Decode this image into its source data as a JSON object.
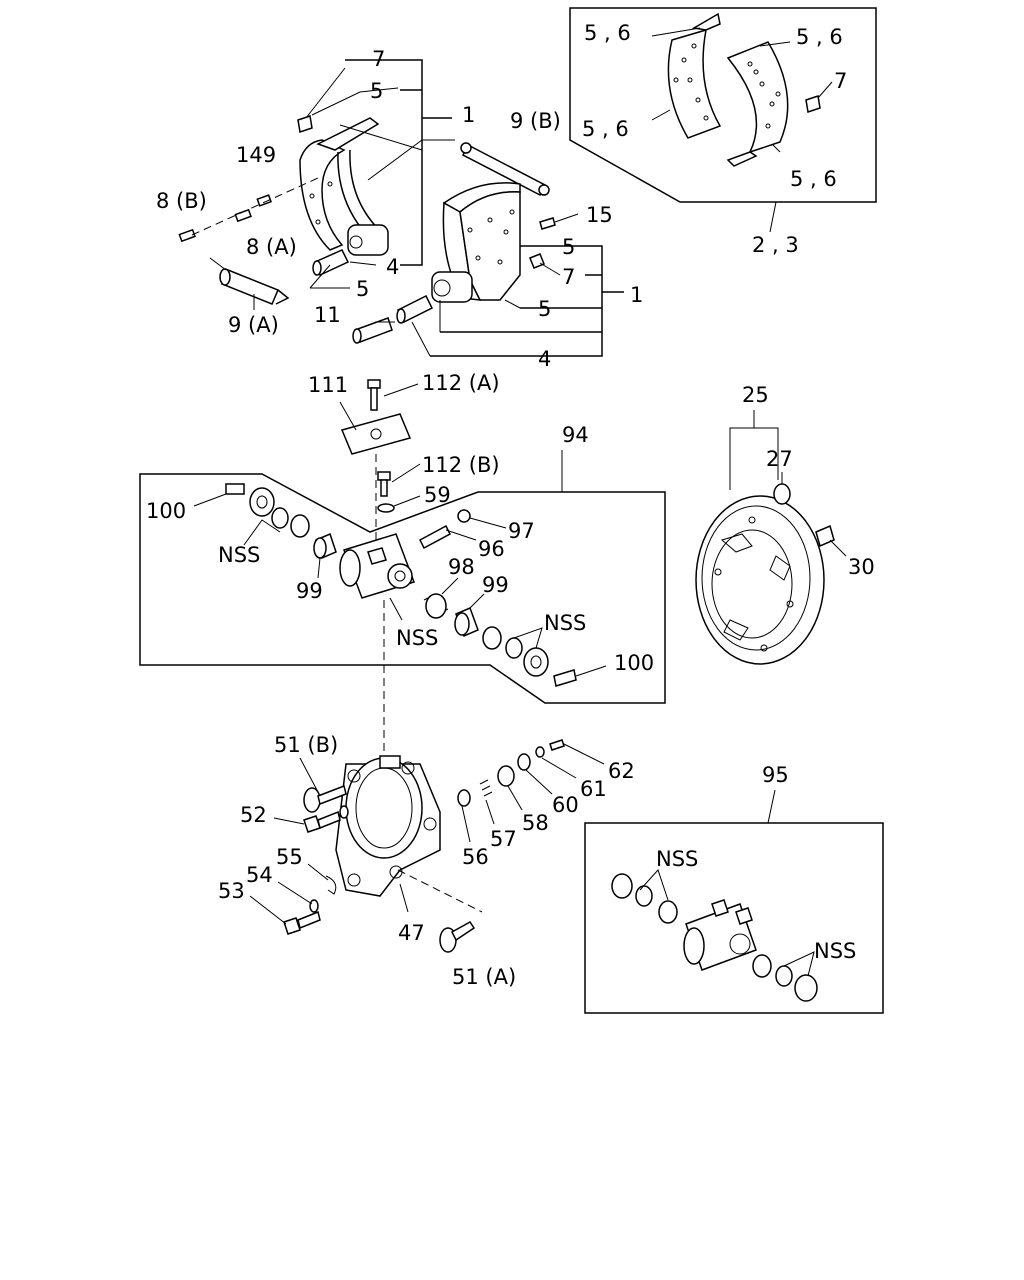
{
  "callouts": {
    "c1a": "1",
    "c1b": "1",
    "c2_3": "2 , 3",
    "c4a": "4",
    "c4b": "4",
    "c5a": "5",
    "c5b": "5",
    "c5c": "5",
    "c5d": "5",
    "c56a": "5 , 6",
    "c56b": "5 , 6",
    "c56c": "5 , 6",
    "c56d": "5 , 6",
    "c7a": "7",
    "c7b": "7",
    "c7c": "7",
    "c8a": "8 (A)",
    "c8b": "8 (B)",
    "c9a": "9 (A)",
    "c9b": "9 (B)",
    "c11": "11",
    "c15": "15",
    "c149": "149",
    "c111": "111",
    "c112a": "112 (A)",
    "c112b": "112 (B)",
    "c59": "59",
    "c94": "94",
    "c97": "97",
    "c96": "96",
    "c100a": "100",
    "c100b": "100",
    "nss1": "NSS",
    "nss2": "NSS",
    "nss3": "NSS",
    "nss4": "NSS",
    "nss5": "NSS",
    "c99a": "99",
    "c99b": "99",
    "c98": "98",
    "c25": "25",
    "c27": "27",
    "c30": "30",
    "c51b": "51 (B)",
    "c51a": "51 (A)",
    "c52": "52",
    "c53": "53",
    "c54": "54",
    "c55": "55",
    "c47": "47",
    "c56": "56",
    "c57": "57",
    "c58": "58",
    "c60": "60",
    "c61": "61",
    "c62": "62",
    "c95": "95"
  }
}
